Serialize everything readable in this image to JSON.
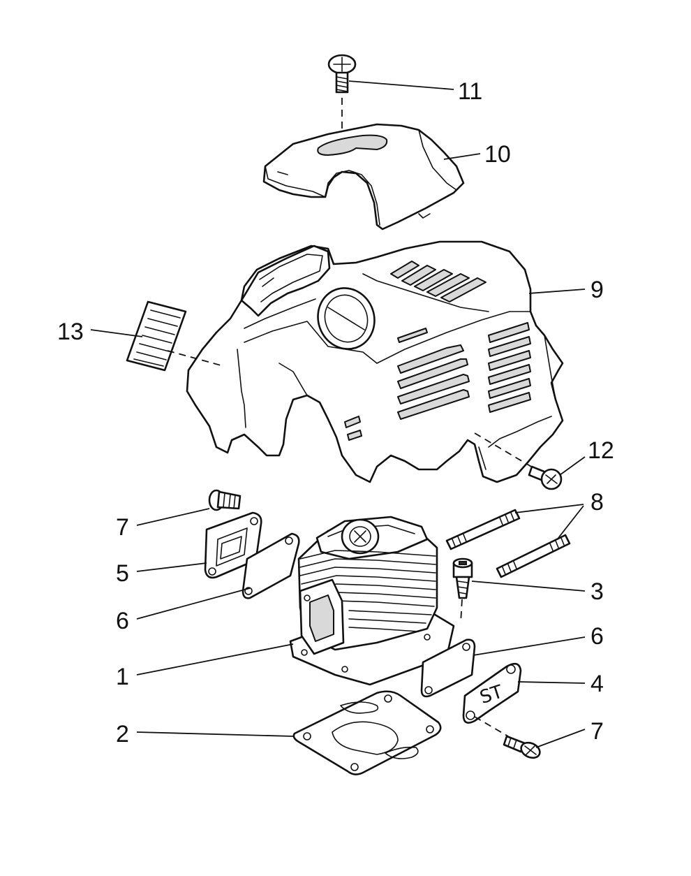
{
  "diagram": {
    "callouts": [
      {
        "id": "c11",
        "label": "11"
      },
      {
        "id": "c10",
        "label": "10"
      },
      {
        "id": "c9",
        "label": "9"
      },
      {
        "id": "c13",
        "label": "13"
      },
      {
        "id": "c12",
        "label": "12"
      },
      {
        "id": "c8",
        "label": "8"
      },
      {
        "id": "c7a",
        "label": "7"
      },
      {
        "id": "c5",
        "label": "5"
      },
      {
        "id": "c3",
        "label": "3"
      },
      {
        "id": "c6a",
        "label": "6"
      },
      {
        "id": "c6b",
        "label": "6"
      },
      {
        "id": "c1",
        "label": "1"
      },
      {
        "id": "c4",
        "label": "4"
      },
      {
        "id": "c2",
        "label": "2"
      },
      {
        "id": "c7b",
        "label": "7"
      }
    ],
    "plate_text": "ST"
  }
}
